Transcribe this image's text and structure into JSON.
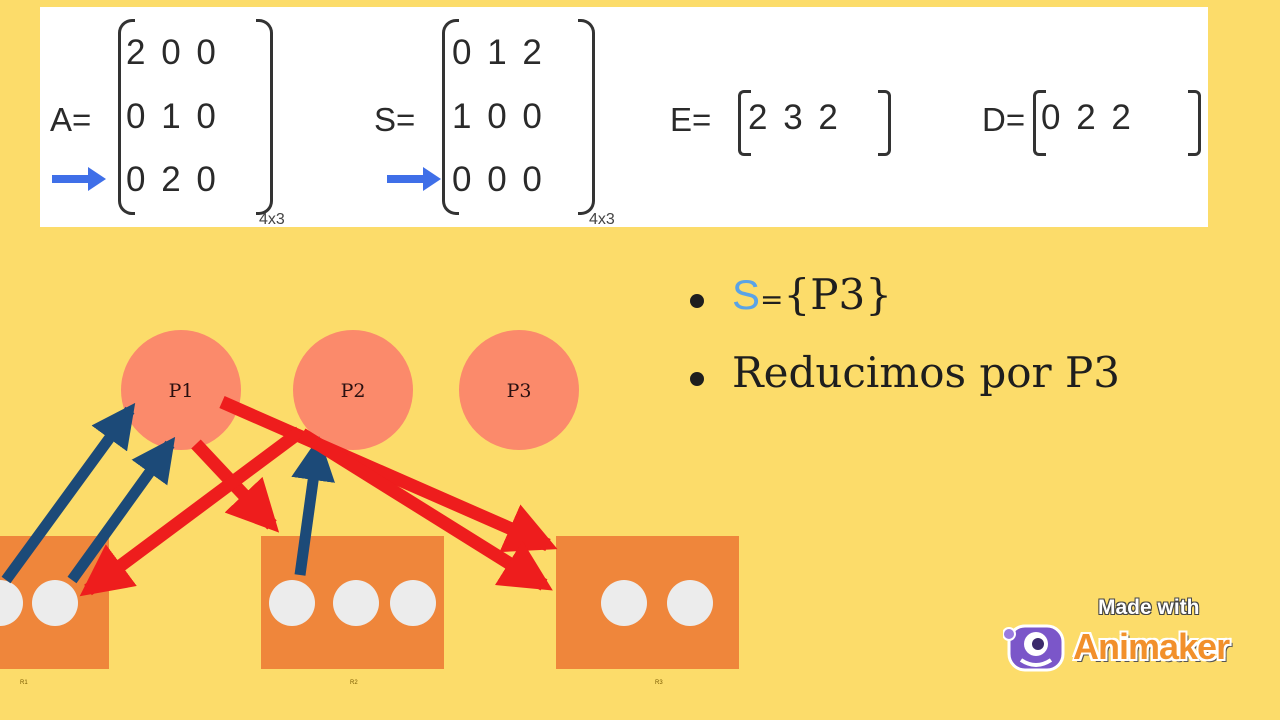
{
  "matrices": {
    "A": {
      "label": "A=",
      "rows": [
        "2 0 0",
        "0 1 0",
        "0 2 0"
      ],
      "dim": "4x3"
    },
    "S": {
      "label": "S=",
      "rows": [
        "0 1 2",
        "1 0 0",
        "0 0 0"
      ],
      "dim": "4x3"
    },
    "E": {
      "label": "E=",
      "values": "2 3 2"
    },
    "D": {
      "label": "D=",
      "values": "0 2 2"
    }
  },
  "bullets": {
    "first": {
      "set_name": "S",
      "eq": "=",
      "set": "{P3}"
    },
    "second": "Reducimos por P3"
  },
  "processes": [
    "P1",
    "P2",
    "P3"
  ],
  "resources": [
    {
      "instances": 2
    },
    {
      "instances": 3
    },
    {
      "instances": 2
    }
  ],
  "tiny_labels": [
    "R1",
    "R2",
    "R3"
  ],
  "colors": {
    "background": "#fcdc6a",
    "process_node": "#fb8a6b",
    "resource_box": "#ef863b",
    "instance_dot": "#ececec",
    "request_arrow": "#ee1d1d",
    "assignment_arrow": "#1c4a78",
    "highlight_arrow": "#3f6fe8"
  },
  "watermark": {
    "made_with": "Made with",
    "brand": "Animaker"
  }
}
